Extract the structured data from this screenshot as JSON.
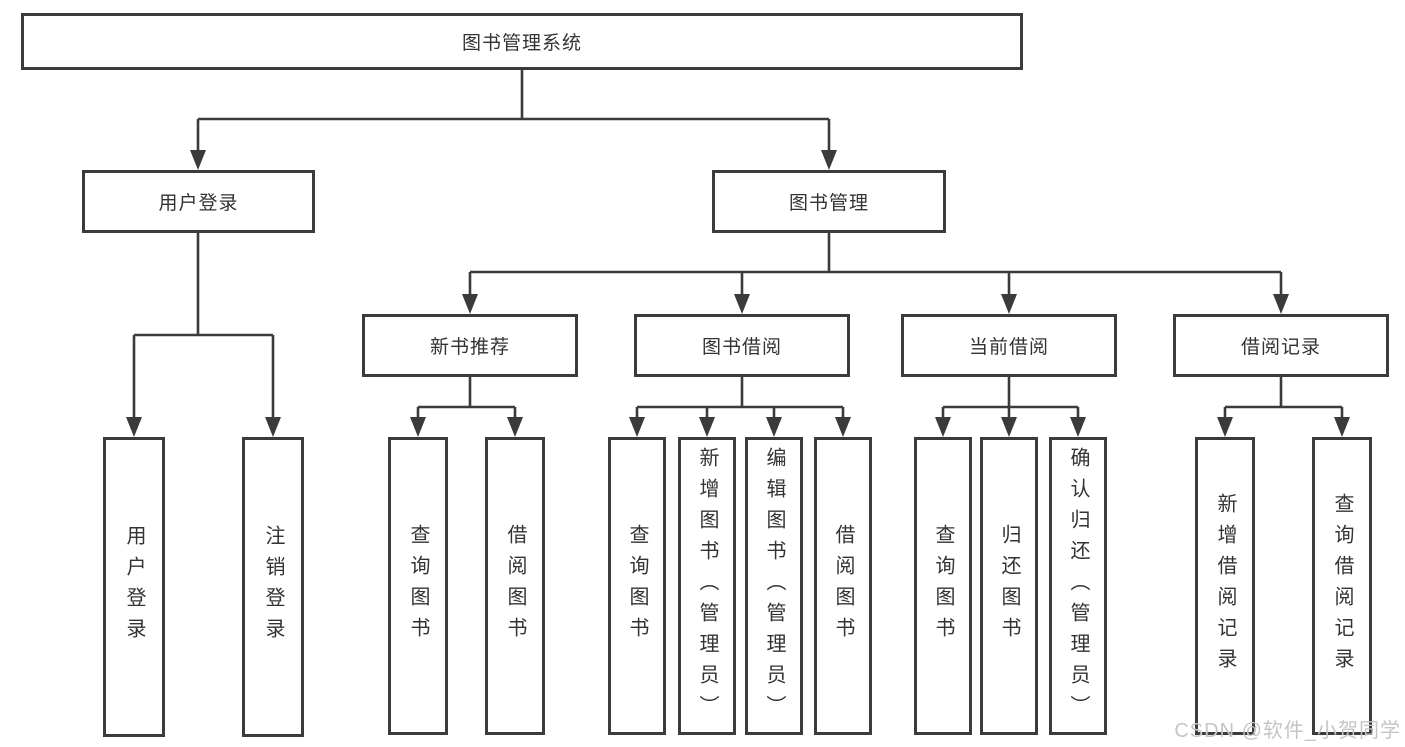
{
  "colors": {
    "line": "#3b3b3b",
    "text": "#333333",
    "bg": "#ffffff",
    "watermark": "#c5c5c5"
  },
  "tree": {
    "root": {
      "label": "图书管理系统"
    },
    "level2": [
      {
        "label": "用户登录",
        "children": [
          {
            "label": "用户登录"
          },
          {
            "label": "注销登录"
          }
        ]
      },
      {
        "label": "图书管理",
        "children": [
          {
            "label": "新书推荐",
            "children": [
              {
                "label": "查询图书"
              },
              {
                "label": "借阅图书"
              }
            ]
          },
          {
            "label": "图书借阅",
            "children": [
              {
                "label": "查询图书"
              },
              {
                "label": "新增图书（管理员）"
              },
              {
                "label": "编辑图书（管理员）"
              },
              {
                "label": "借阅图书"
              }
            ]
          },
          {
            "label": "当前借阅",
            "children": [
              {
                "label": "查询图书"
              },
              {
                "label": "归还图书"
              },
              {
                "label": "确认归还（管理员）"
              }
            ]
          },
          {
            "label": "借阅记录",
            "children": [
              {
                "label": "新增借阅记录"
              },
              {
                "label": "查询借阅记录"
              }
            ]
          }
        ]
      }
    ]
  },
  "watermark": {
    "text": "CSDN @软件_小贺同学"
  }
}
